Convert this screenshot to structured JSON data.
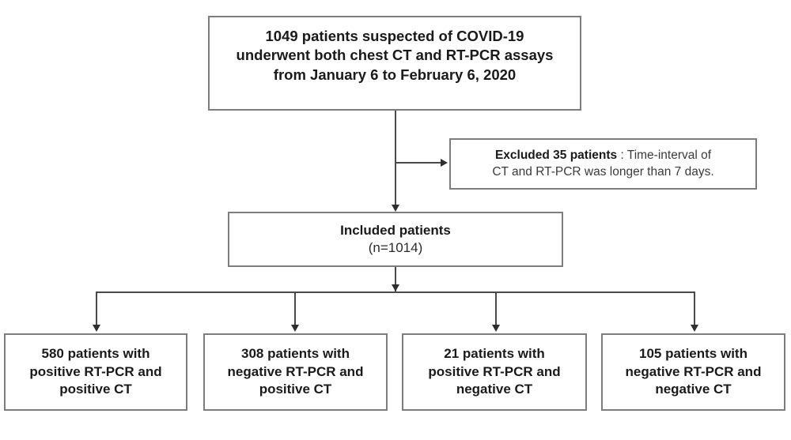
{
  "diagram": {
    "title": "Patient enrollment flow diagram",
    "type": "flowchart",
    "nodes": {
      "enrolled": {
        "name": "enrolled-box",
        "lines": [
          "1049 patients suspected of COVID-19",
          "underwent  both chest CT and  RT-PCR assays",
          "from January 6 to February 6, 2020"
        ]
      },
      "excluded": {
        "name": "excluded-box",
        "bold_prefix": "Excluded 35 patients",
        "line1_rest": " : Time-interval of",
        "line2": "CT and RT-PCR was  longer  than 7 days."
      },
      "included": {
        "name": "included-box",
        "line1": "Included patients",
        "line2": "(n=1014)"
      },
      "outcomes": [
        {
          "name": "outcome-positive-pcr-positive-ct",
          "lines": [
            "580 patients with",
            "positive RT-PCR and",
            "positive CT"
          ]
        },
        {
          "name": "outcome-negative-pcr-positive-ct",
          "lines": [
            "308 patients with",
            "negative RT-PCR and",
            "positive CT"
          ]
        },
        {
          "name": "outcome-positive-pcr-negative-ct",
          "lines": [
            "21 patients with",
            "positive RT-PCR and",
            "negative CT"
          ]
        },
        {
          "name": "outcome-negative-pcr-negative-ct",
          "lines": [
            "105 patients with",
            "negative RT-PCR and",
            "negative CT"
          ]
        }
      ]
    },
    "colors": {
      "box_border": "#7d7d7d",
      "connector": "#4a4a4a",
      "text": "#1a1a1a",
      "background": "#ffffff"
    }
  }
}
